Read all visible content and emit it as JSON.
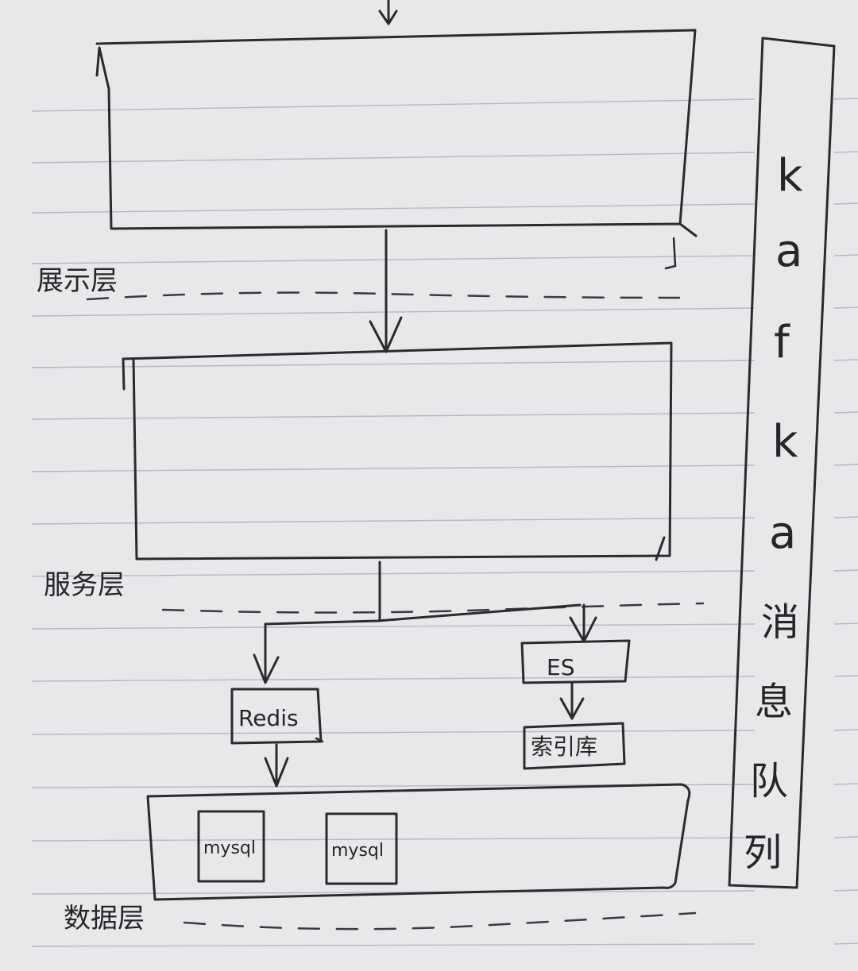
{
  "diagram": {
    "layers": {
      "top_label": "展示层",
      "service_label": "服务层",
      "data_label": "数据层"
    },
    "nodes": {
      "redis": "Redis",
      "es": "ES",
      "index_store": "索引库",
      "mysql_1": "mysql",
      "mysql_2": "mysql"
    },
    "queue": {
      "letters": [
        "k",
        "a",
        "f",
        "k",
        "a"
      ],
      "cn_chars": [
        "消",
        "息",
        "队",
        "列"
      ]
    }
  }
}
